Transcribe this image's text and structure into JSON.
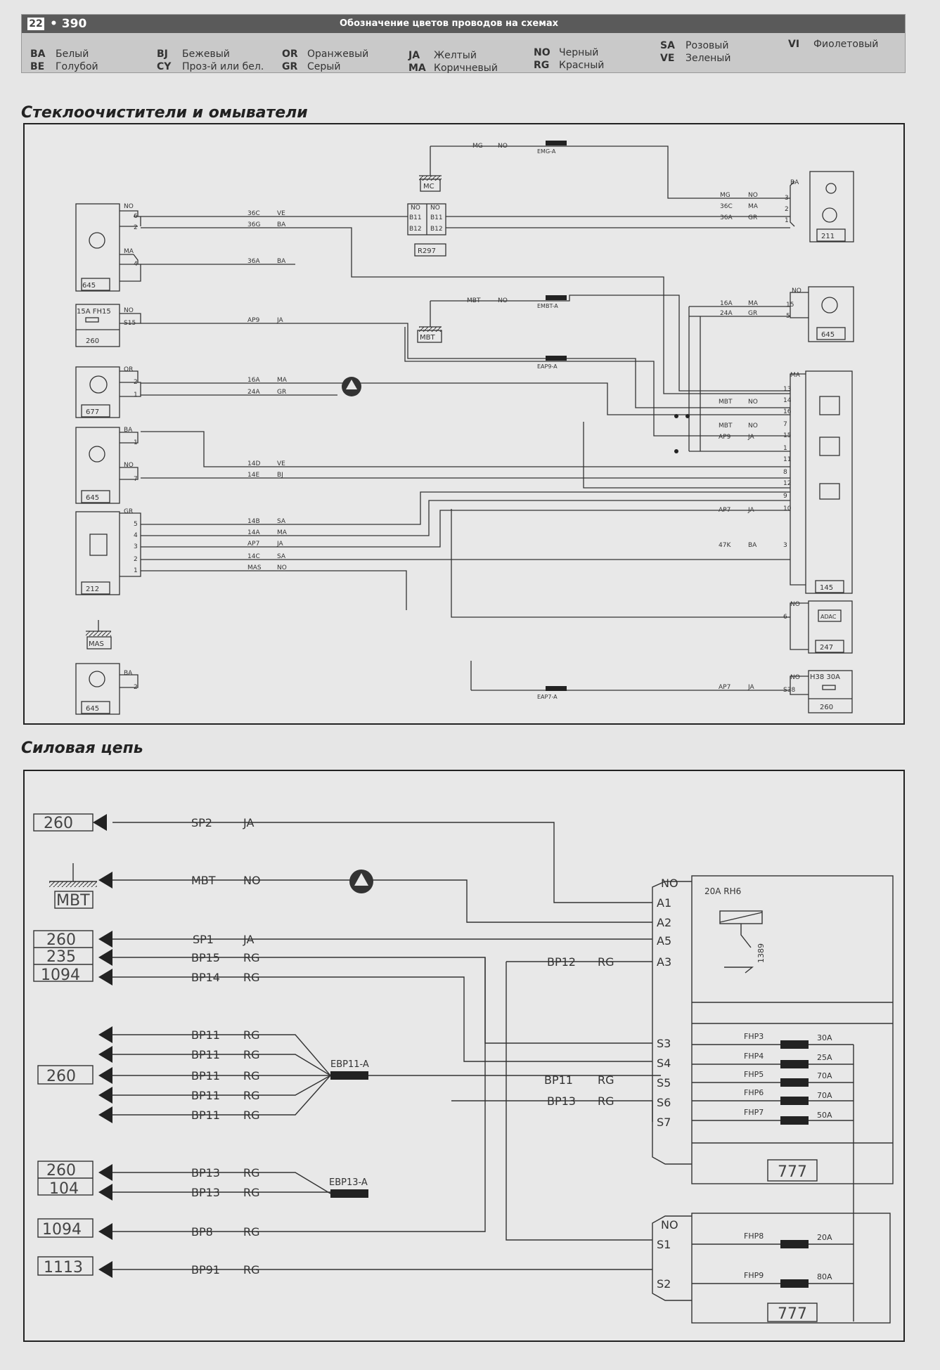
{
  "header": {
    "badge": "22",
    "page": "• 390",
    "title": "Обозначение цветов проводов на схемах",
    "legend": [
      {
        "code": "BA",
        "name": "Белый"
      },
      {
        "code": "BE",
        "name": "Голубой"
      },
      {
        "code": "BJ",
        "name": "Бежевый"
      },
      {
        "code": "CY",
        "name": "Проз-й или бел."
      },
      {
        "code": "OR",
        "name": "Оранжевый"
      },
      {
        "code": "GR",
        "name": "Серый"
      },
      {
        "code": "JA",
        "name": "Желтый"
      },
      {
        "code": "MA",
        "name": "Коричневый"
      },
      {
        "code": "NO",
        "name": "Черный"
      },
      {
        "code": "RG",
        "name": "Красный"
      },
      {
        "code": "SA",
        "name": "Розовый"
      },
      {
        "code": "VE",
        "name": "Зеленый"
      },
      {
        "code": "VI",
        "name": "Фиолетовый"
      }
    ]
  },
  "wipers": {
    "title": "Стеклоочистители и омыватели",
    "components": {
      "c645a": "645",
      "c260a": "260",
      "c677": "677",
      "c645b": "645",
      "c212": "212",
      "c645c": "645",
      "c211": "211",
      "c645d": "645",
      "c145": "145",
      "c247": "247",
      "c260b": "260",
      "r297": "R297",
      "mc": "MC",
      "mbt": "MBT",
      "mas": "MAS",
      "fuse_a": "15A FH15",
      "fuse_b": "H38  30A",
      "adac": "ADAC"
    },
    "wires": {
      "w36c_l": "36C",
      "w36g_l": "36G",
      "w36a_l": "36A",
      "wap9_l": "AP9",
      "w16a_l": "16A",
      "w24a_l": "24A",
      "w14d": "14D",
      "w14e": "14E",
      "w14b": "14B",
      "w14a": "14A",
      "wap7_l": "AP7",
      "w14c": "14C",
      "wmas": "MAS",
      "wmg_t": "MG",
      "wmbt_t": "MBT",
      "wmg_r": "MG",
      "w36c_r": "36C",
      "w36a_r": "36A",
      "w16a_r": "16A",
      "w24a_r": "24A",
      "wmbt_r": "MBT",
      "wmbt_r2": "MBT",
      "wap9_r": "AP9",
      "wap7_r": "AP7",
      "w47k": "47K",
      "wap7_b": "AP7"
    },
    "colors": {
      "ve": "VE",
      "ba": "BA",
      "ja": "JA",
      "ma": "MA",
      "gr": "GR",
      "bj": "BJ",
      "sa": "SA",
      "no": "NO",
      "or": "OR"
    },
    "splices": {
      "emg": "EMG-A",
      "embt": "EMBT-A",
      "eap9": "EAP9-A",
      "eap7": "EAP7-A"
    },
    "pins": {
      "p6": "6",
      "p2": "2",
      "p4": "4",
      "p1": "1",
      "p7": "7",
      "p5": "5",
      "p3": "3",
      "s15": "S15",
      "s38": "S38",
      "b11": "B11",
      "b12": "B12",
      "p13": "13",
      "p14": "14",
      "p16": "16",
      "p15": "15",
      "p11": "11",
      "p8": "8",
      "p12": "12",
      "p9": "9",
      "p10": "10"
    }
  },
  "power": {
    "title": "Силовая цепь",
    "boxes": {
      "b260a": "260",
      "bmbt": "MBT",
      "b260b": "260",
      "b235": "235",
      "b1094a": "1094",
      "b260c": "260",
      "b260d": "260",
      "b104": "104",
      "b1094b": "1094",
      "b1113": "1113",
      "b777a": "777",
      "b777b": "777"
    },
    "wires": {
      "sp2": "SP2",
      "mbt": "MBT",
      "sp1": "SP1",
      "bp15": "BP15",
      "bp14": "BP14",
      "bp11": "BP11",
      "bp13": "BP13",
      "bp8": "BP8",
      "bp91": "BP91",
      "bp12": "BP12"
    },
    "colors": {
      "ja": "JA",
      "no": "NO",
      "rg": "RG"
    },
    "splices": {
      "ebp11": "EBP11-A",
      "ebp13": "EBP13-A"
    },
    "pins": {
      "a1": "A1",
      "a2": "A2",
      "a5": "A5",
      "a3": "A3",
      "s3": "S3",
      "s4": "S4",
      "s5": "S5",
      "s6": "S6",
      "s7": "S7",
      "s1": "S1",
      "s2": "S2",
      "no": "NO"
    },
    "relay": {
      "label": "20A RH6",
      "num": "1389"
    },
    "fuses": [
      {
        "name": "FHP3",
        "rating": "30A"
      },
      {
        "name": "FHP4",
        "rating": "25A"
      },
      {
        "name": "FHP5",
        "rating": "70A"
      },
      {
        "name": "FHP6",
        "rating": "70A"
      },
      {
        "name": "FHP7",
        "rating": "50A"
      },
      {
        "name": "FHP8",
        "rating": "20A"
      },
      {
        "name": "FHP9",
        "rating": "80A"
      }
    ]
  }
}
